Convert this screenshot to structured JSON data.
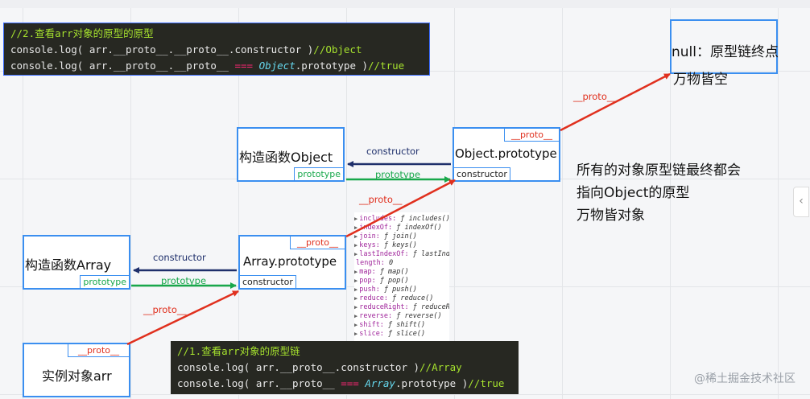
{
  "boxes": {
    "null_box": {
      "main": "null：原型链终点",
      "sub": "万物皆空"
    },
    "object_ctor": {
      "main": "构造函数Object",
      "tag": "prototype"
    },
    "object_proto": {
      "main": "Object.prototype",
      "tag_top": "__proto__",
      "tag_bottom": "constructor"
    },
    "array_ctor": {
      "main": "构造函数Array",
      "tag": "prototype"
    },
    "array_proto": {
      "main": "Array.prototype",
      "tag_top": "__proto__",
      "tag_bottom": "constructor"
    },
    "instance": {
      "main": "实例对象arr",
      "tag": "__proto__"
    }
  },
  "edges": {
    "obj_constructor": "constructor",
    "obj_prototype": "prototype",
    "arr_constructor": "constructor",
    "arr_prototype": "prototype",
    "proto_to_null": "__proto__",
    "proto_to_object": "__proto__",
    "proto_to_array": "__proto__"
  },
  "code_top": {
    "comment": "//2.查看arr对象的原型的原型",
    "line1_prefix": "console.log( arr.__proto__.__proto__.constructor )",
    "line1_comment": "//Object",
    "line2_prefix": "console.log( arr.__proto__.__proto__ ",
    "line2_op": "===",
    "line2_ident": "Object",
    "line2_suffix": ".prototype )",
    "line2_comment": "//true"
  },
  "code_bottom": {
    "comment": "//1.查看arr对象的原型链",
    "line1_prefix": "console.log( arr.__proto__.constructor )",
    "line1_comment": "//Array",
    "line2_prefix": "console.log( arr.__proto__ ",
    "line2_op": "===",
    "line2_ident": "Array",
    "line2_suffix": ".prototype )",
    "line2_comment": "//true"
  },
  "note": {
    "line1": "所有的对象原型链最终都会",
    "line2": "指向Object的原型",
    "line3": "万物皆对象"
  },
  "props_list": [
    {
      "k": "includes",
      "v": "ƒ includes()"
    },
    {
      "k": "indexOf",
      "v": "ƒ indexOf()"
    },
    {
      "k": "join",
      "v": "ƒ join()"
    },
    {
      "k": "keys",
      "v": "ƒ keys()"
    },
    {
      "k": "lastIndexOf",
      "v": "ƒ lastInde"
    },
    {
      "k": "length",
      "v": "0"
    },
    {
      "k": "map",
      "v": "ƒ map()"
    },
    {
      "k": "pop",
      "v": "ƒ pop()"
    },
    {
      "k": "push",
      "v": "ƒ push()"
    },
    {
      "k": "reduce",
      "v": "ƒ reduce()"
    },
    {
      "k": "reduceRight",
      "v": "ƒ reduceR"
    },
    {
      "k": "reverse",
      "v": "ƒ reverse()"
    },
    {
      "k": "shift",
      "v": "ƒ shift()"
    },
    {
      "k": "slice",
      "v": "ƒ slice()"
    }
  ],
  "watermark": "@稀土掘金技术社区",
  "side_toggle": "‹",
  "colors": {
    "box_border": "#3b8ff0",
    "proto_arrow": "#e0301e",
    "prototype_arrow": "#18a84b",
    "constructor_arrow": "#1e2f6b"
  }
}
